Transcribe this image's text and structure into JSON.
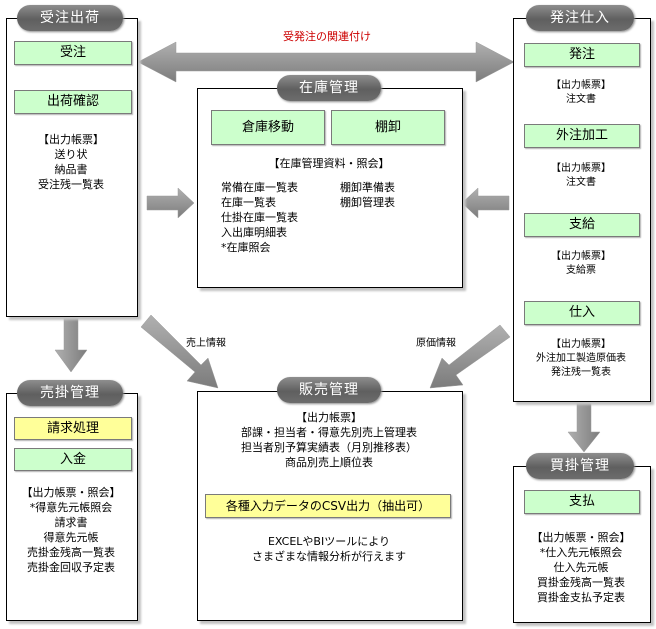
{
  "sales_shipping": {
    "title": "受注出荷",
    "step1": "受注",
    "step2": "出荷確認",
    "reports_header": "【出力帳票】",
    "reports": [
      "送り状",
      "納品書",
      "受注残一覧表"
    ]
  },
  "link_label": "受発注の関連付け",
  "inventory": {
    "title": "在庫管理",
    "box1": "倉庫移動",
    "box2": "棚卸",
    "reports_header": "【在庫管理資料・照会】",
    "left_items": [
      "常備在庫一覧表",
      "在庫一覧表",
      "仕掛在庫一覧表",
      "入出庫明細表",
      "*在庫照会"
    ],
    "right_items": [
      "棚卸準備表",
      "棚卸管理表"
    ]
  },
  "purchasing": {
    "title": "発注仕入",
    "step1": "発注",
    "step1_reports_header": "【出力帳票】",
    "step1_reports": [
      "注文書"
    ],
    "step2": "外注加工",
    "step2_reports_header": "【出力帳票】",
    "step2_reports": [
      "注文書"
    ],
    "step3": "支給",
    "step3_reports_header": "【出力帳票】",
    "step3_reports": [
      "支給票"
    ],
    "step4": "仕入",
    "step4_reports_header": "【出力帳票】",
    "step4_reports": [
      "外注加工製造原価表",
      "発注残一覧表"
    ]
  },
  "sales_info_label": "売上情報",
  "cost_info_label": "原価情報",
  "receivables": {
    "title": "売掛管理",
    "step1": "請求処理",
    "step2": "入金",
    "reports_header": "【出力帳票・照会】",
    "reports": [
      "*得意先元帳照会",
      "請求書",
      "得意先元帳",
      "売掛金残高一覧表",
      "売掛金回収予定表"
    ]
  },
  "sales_mgmt": {
    "title": "販売管理",
    "reports_header": "【出力帳票】",
    "reports": [
      "部課・担当者・得意先別売上管理表",
      "担当者別予算実績表（月別推移表）",
      "商品別売上順位表"
    ],
    "csv_box": "各種入力データのCSV出力（抽出可）",
    "note_lines": [
      "EXCELやBIツールにより",
      "さまざまな情報分析が行えます"
    ]
  },
  "payables": {
    "title": "買掛管理",
    "step1": "支払",
    "reports_header": "【出力帳票・照会】",
    "reports": [
      "*仕入先元帳照会",
      "仕入先元帳",
      "買掛金残高一覧表",
      "買掛金支払予定表"
    ]
  },
  "colors": {
    "step_fill": "#ccffcc",
    "highlight_fill": "#ffff99",
    "title_pill": "#6d6d6d",
    "arrow": "#8c8c8c",
    "link_label": "#cc0000"
  }
}
